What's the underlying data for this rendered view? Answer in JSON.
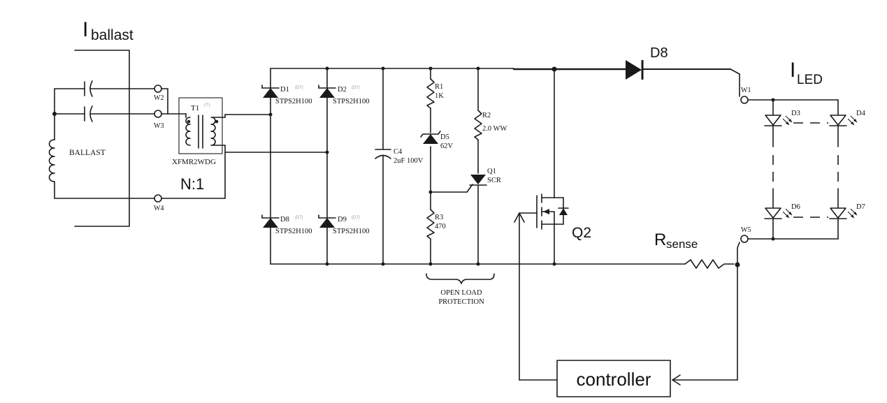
{
  "labels": {
    "i_ballast_main": "I",
    "i_ballast_sub": "ballast",
    "i_led_main": "I",
    "i_led_sub": "LED",
    "r_sense_main": "R",
    "r_sense_sub": "sense",
    "ballast": "BALLAST",
    "turns_ratio": "N:1",
    "controller": "controller",
    "open_load": [
      "OPEN LOAD",
      "PROTECTION"
    ]
  },
  "connectors": {
    "w1": "W1",
    "w2": "W2",
    "w3": "W3",
    "w4": "W4",
    "w5": "W5"
  },
  "transformer": {
    "ref": "T1",
    "tag": "(T)",
    "part": "XFMR2WDG"
  },
  "bridge": {
    "d1": {
      "ref": "D1",
      "tag": "(D7)",
      "part": "STPS2H100"
    },
    "d2": {
      "ref": "D2",
      "tag": "(D7)",
      "part": "STPS2H100"
    },
    "d8": {
      "ref": "D8",
      "tag": "(D7)",
      "part": "STPS2H100"
    },
    "d9": {
      "ref": "D9",
      "tag": "(D7)",
      "part": "STPS2H100"
    }
  },
  "c4": {
    "ref": "C4",
    "value": "2uF 100V"
  },
  "r1": {
    "ref": "R1",
    "value": "1K"
  },
  "d5": {
    "ref": "D5",
    "value": "62V"
  },
  "r2": {
    "ref": "R2",
    "value": "2.0 WW"
  },
  "q1": {
    "ref": "Q1",
    "value": "SCR"
  },
  "r3": {
    "ref": "R3",
    "value": "470"
  },
  "q2": {
    "ref": "Q2"
  },
  "d8_main": {
    "ref": "D8"
  },
  "leds": {
    "d3": "D3",
    "d4": "D4",
    "d6": "D6",
    "d7": "D7"
  }
}
